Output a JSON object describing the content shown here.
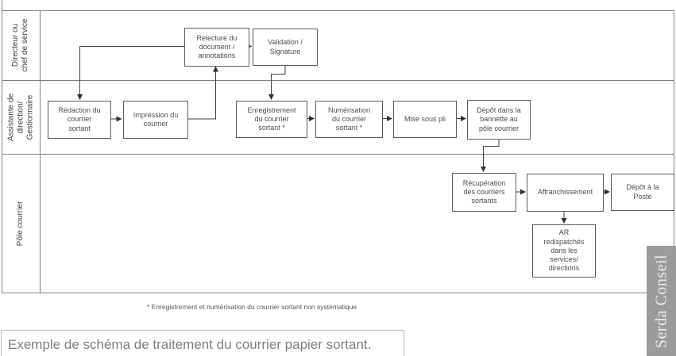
{
  "diagram": {
    "lanes": [
      {
        "id": "directeur",
        "label": "Directeur ou\nchef de service"
      },
      {
        "id": "assistante",
        "label": "Assistante de\ndirection/\nGestionnaire"
      },
      {
        "id": "pole_courrier",
        "label": "Pôle courrier"
      }
    ],
    "nodes": {
      "relecture": {
        "lane": "directeur",
        "label": "Relecture du\ndocument /\nannotations"
      },
      "validation": {
        "lane": "directeur",
        "label": "Validation /\nSignature"
      },
      "redaction": {
        "lane": "assistante",
        "label": "Rédaction du\ncourrier\nsortant"
      },
      "impression": {
        "lane": "assistante",
        "label": "Impression du\ncourrier"
      },
      "enregistrement": {
        "lane": "assistante",
        "label": "Enregistrement\ndu courrier\nsortant *"
      },
      "numerisation": {
        "lane": "assistante",
        "label": "Numérisation\ndu courrier\nsortant *"
      },
      "mise_sous_pli": {
        "lane": "assistante",
        "label": "Mise sous pli"
      },
      "depot_bannette": {
        "lane": "assistante",
        "label": "Dépôt dans la\nbannette au\npôle courrier"
      },
      "recuperation": {
        "lane": "pole_courrier",
        "label": "Récupération\ndes courriers\nsortants"
      },
      "affranchissement": {
        "lane": "pole_courrier",
        "label": "Affranchissement"
      },
      "depot_poste": {
        "lane": "pole_courrier",
        "label": "Dépôt à la\nPoste"
      },
      "ar_redispatch": {
        "lane": "pole_courrier",
        "label": "AR\nredispatchés\ndans les\nservices/\ndirections"
      }
    },
    "edges": [
      {
        "from": "redaction",
        "to": "impression"
      },
      {
        "from": "impression",
        "to": "relecture"
      },
      {
        "from": "relecture",
        "to": "redaction"
      },
      {
        "from": "relecture",
        "to": "validation"
      },
      {
        "from": "validation",
        "to": "enregistrement"
      },
      {
        "from": "enregistrement",
        "to": "numerisation"
      },
      {
        "from": "numerisation",
        "to": "mise_sous_pli"
      },
      {
        "from": "mise_sous_pli",
        "to": "depot_bannette"
      },
      {
        "from": "depot_bannette",
        "to": "recuperation"
      },
      {
        "from": "recuperation",
        "to": "affranchissement"
      },
      {
        "from": "affranchissement",
        "to": "depot_poste"
      },
      {
        "from": "affranchissement",
        "to": "ar_redispatch"
      }
    ],
    "footnote": "* Enregistrement et numérisation du courrier sortant non systématique"
  },
  "caption": "Exemple de schéma de traitement du courrier papier sortant.",
  "watermark": "Serda Conseil",
  "colors": {
    "grid_line": "#7f7f7f",
    "node_border": "#5a5a5a",
    "node_text": "#4a4a4a",
    "connector": "#3d3d3d",
    "banner_bg": "#9b9b9b",
    "banner_text": "#ededed",
    "caption_text": "#7d7d7d",
    "caption_border": "#b8b8b8"
  }
}
